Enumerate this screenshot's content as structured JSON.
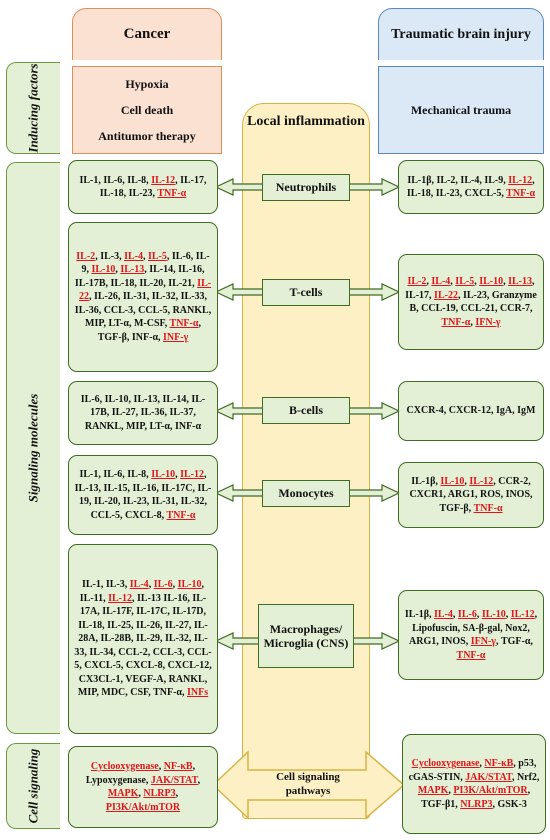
{
  "headers": {
    "cancer": "Cancer",
    "tbi": "Traumatic brain injury",
    "center": "Local inflammation"
  },
  "side_labels": {
    "inducing": "Inducing factors",
    "signaling": "Signaling molecules",
    "cell_signaling": "Cell signaling"
  },
  "inducing": {
    "cancer": [
      "Hypoxia",
      "Cell death",
      "Antitumor therapy"
    ],
    "tbi": "Mechanical trauma"
  },
  "cells": [
    {
      "label": "Neutrophils",
      "cancer": [
        {
          "t": "IL-1, IL-6, IL-8, "
        },
        {
          "t": "IL-12",
          "r": true
        },
        {
          "t": ", IL-17, IL-18, IL-23, "
        },
        {
          "t": "TNF-α",
          "r": true
        }
      ],
      "tbi": [
        {
          "t": "IL-1β, IL-2, IL-4, IL-9, "
        },
        {
          "t": "IL-12",
          "r": true
        },
        {
          "t": ", IL-18, IL-23, CXCL-5, "
        },
        {
          "t": "TNF-α",
          "r": true
        }
      ]
    },
    {
      "label": "T-cells",
      "cancer": [
        {
          "t": "IL-2",
          "r": true
        },
        {
          "t": ", IL-3, "
        },
        {
          "t": "IL-4",
          "r": true
        },
        {
          "t": ", "
        },
        {
          "t": "IL-5",
          "r": true
        },
        {
          "t": ", IL-6, IL-9, "
        },
        {
          "t": "IL-10",
          "r": true
        },
        {
          "t": ", "
        },
        {
          "t": "IL-13",
          "r": true
        },
        {
          "t": ", IL-14, IL-16, IL-17B, IL-18, IL-20, IL-21, "
        },
        {
          "t": "IL-22",
          "r": true
        },
        {
          "t": ", IL-26, IL-31, IL-32, IL-33, IL-36, CCL-3, CCL-5, RANKL, MIP, LT-α, M-CSF, "
        },
        {
          "t": "TNF-α",
          "r": true
        },
        {
          "t": ", TGF-β, INF-α, "
        },
        {
          "t": "INF-γ",
          "r": true
        }
      ],
      "tbi": [
        {
          "t": "IL-2",
          "r": true
        },
        {
          "t": ", "
        },
        {
          "t": "IL-4",
          "r": true
        },
        {
          "t": ", "
        },
        {
          "t": "IL-5",
          "r": true
        },
        {
          "t": ", "
        },
        {
          "t": "IL-10",
          "r": true
        },
        {
          "t": ", "
        },
        {
          "t": "IL-13",
          "r": true
        },
        {
          "t": ", IL-17, "
        },
        {
          "t": "IL-22",
          "r": true
        },
        {
          "t": ", IL-23, Granzyme B, CCL-19, CCL-21, CCR-7, "
        },
        {
          "t": "TNF-α",
          "r": true
        },
        {
          "t": ", "
        },
        {
          "t": "IFN-γ",
          "r": true
        }
      ]
    },
    {
      "label": "B-cells",
      "cancer": [
        {
          "t": "IL-6, IL-10, IL-13, IL-14, IL-17B, IL-27, IL-36, IL-37, RANKL, MIP, LT-α, INF-α"
        }
      ],
      "tbi": [
        {
          "t": "CXCR-4, CXCR-12, IgA, IgM"
        }
      ]
    },
    {
      "label": "Monocytes",
      "cancer": [
        {
          "t": "IL-1, IL-6, IL-8, "
        },
        {
          "t": "IL-10",
          "r": true
        },
        {
          "t": ", "
        },
        {
          "t": "IL-12",
          "r": true
        },
        {
          "t": ", IL-13, IL-15, IL-16, IL-17C, IL-19, IL-20, IL-23, IL-31, IL-32, CCL-5, CXCL-8, "
        },
        {
          "t": "TNF-α",
          "r": true
        }
      ],
      "tbi": [
        {
          "t": "IL-1β, "
        },
        {
          "t": "IL-10",
          "r": true
        },
        {
          "t": ", "
        },
        {
          "t": "IL-12",
          "r": true
        },
        {
          "t": ", CCR-2, CXCR1, ARG1, ROS, INOS, TGF-β, "
        },
        {
          "t": "TNF-α",
          "r": true
        }
      ]
    },
    {
      "label": "Macrophages/ Microglia (CNS)",
      "cancer": [
        {
          "t": "IL-1, IL-3, "
        },
        {
          "t": "IL-4",
          "r": true
        },
        {
          "t": ", "
        },
        {
          "t": "IL-6",
          "r": true
        },
        {
          "t": ", "
        },
        {
          "t": "IL-10",
          "r": true
        },
        {
          "t": ", IL-11, "
        },
        {
          "t": "IL-12",
          "r": true
        },
        {
          "t": ", IL-13 IL-16, IL-17A, IL-17F, IL-17C, IL-17D, IL-18, IL-25, IL-26, IL-27, IL-28A, IL-28B, IL-29, IL-32, IL-33, IL-34, CCL-2, CCL-3, CCL-5, CXCL-5, CXCL-8, CXCL-12, CX3CL-1, VEGF-A, RANKL, MIP, MDC, CSF, TNF-α, "
        },
        {
          "t": "INFs",
          "r": true
        }
      ],
      "tbi": [
        {
          "t": "IL-1β, "
        },
        {
          "t": "IL-4",
          "r": true
        },
        {
          "t": ", "
        },
        {
          "t": "IL-6",
          "r": true
        },
        {
          "t": ", "
        },
        {
          "t": "IL-10",
          "r": true
        },
        {
          "t": ", "
        },
        {
          "t": "IL-12",
          "r": true
        },
        {
          "t": ", Lipofuscin, SA-β-gal, Nox2, ARG1, INOS, "
        },
        {
          "t": "IFN-γ",
          "r": true
        },
        {
          "t": ", TGF-α, "
        },
        {
          "t": "TNF-α",
          "r": true
        }
      ]
    }
  ],
  "pathways": {
    "label": "Cell signaling pathways",
    "cancer": [
      {
        "t": "Cyclooxygenase",
        "r": true
      },
      {
        "t": ", "
      },
      {
        "t": "NF-κB",
        "r": true
      },
      {
        "t": ", Lypoxygenase, "
      },
      {
        "t": "JAK/STAT",
        "r": true
      },
      {
        "t": ", "
      },
      {
        "t": "MAPK",
        "r": true
      },
      {
        "t": ", "
      },
      {
        "t": "NLRP3",
        "r": true
      },
      {
        "t": ", "
      },
      {
        "t": "PI3K/Akt/mTOR",
        "r": true
      }
    ],
    "tbi": [
      {
        "t": "Cyclooxygenase",
        "r": true
      },
      {
        "t": ", "
      },
      {
        "t": "NF-κB",
        "r": true
      },
      {
        "t": ", p53, cGAS-STIN, "
      },
      {
        "t": "JAK/STAT",
        "r": true
      },
      {
        "t": ", Nrf2, "
      },
      {
        "t": "MAPK",
        "r": true
      },
      {
        "t": ", "
      },
      {
        "t": "PI3K/Akt/mTOR",
        "r": true
      },
      {
        "t": ", TGF-β1, "
      },
      {
        "t": "NLRP3",
        "r": true
      },
      {
        "t": ", GSK-3"
      }
    ]
  },
  "colors": {
    "highlight": "#e0151a",
    "green_fill": "#e4f0d6",
    "green_border": "#3f6b22",
    "center_fill": "#fdf0c4"
  }
}
